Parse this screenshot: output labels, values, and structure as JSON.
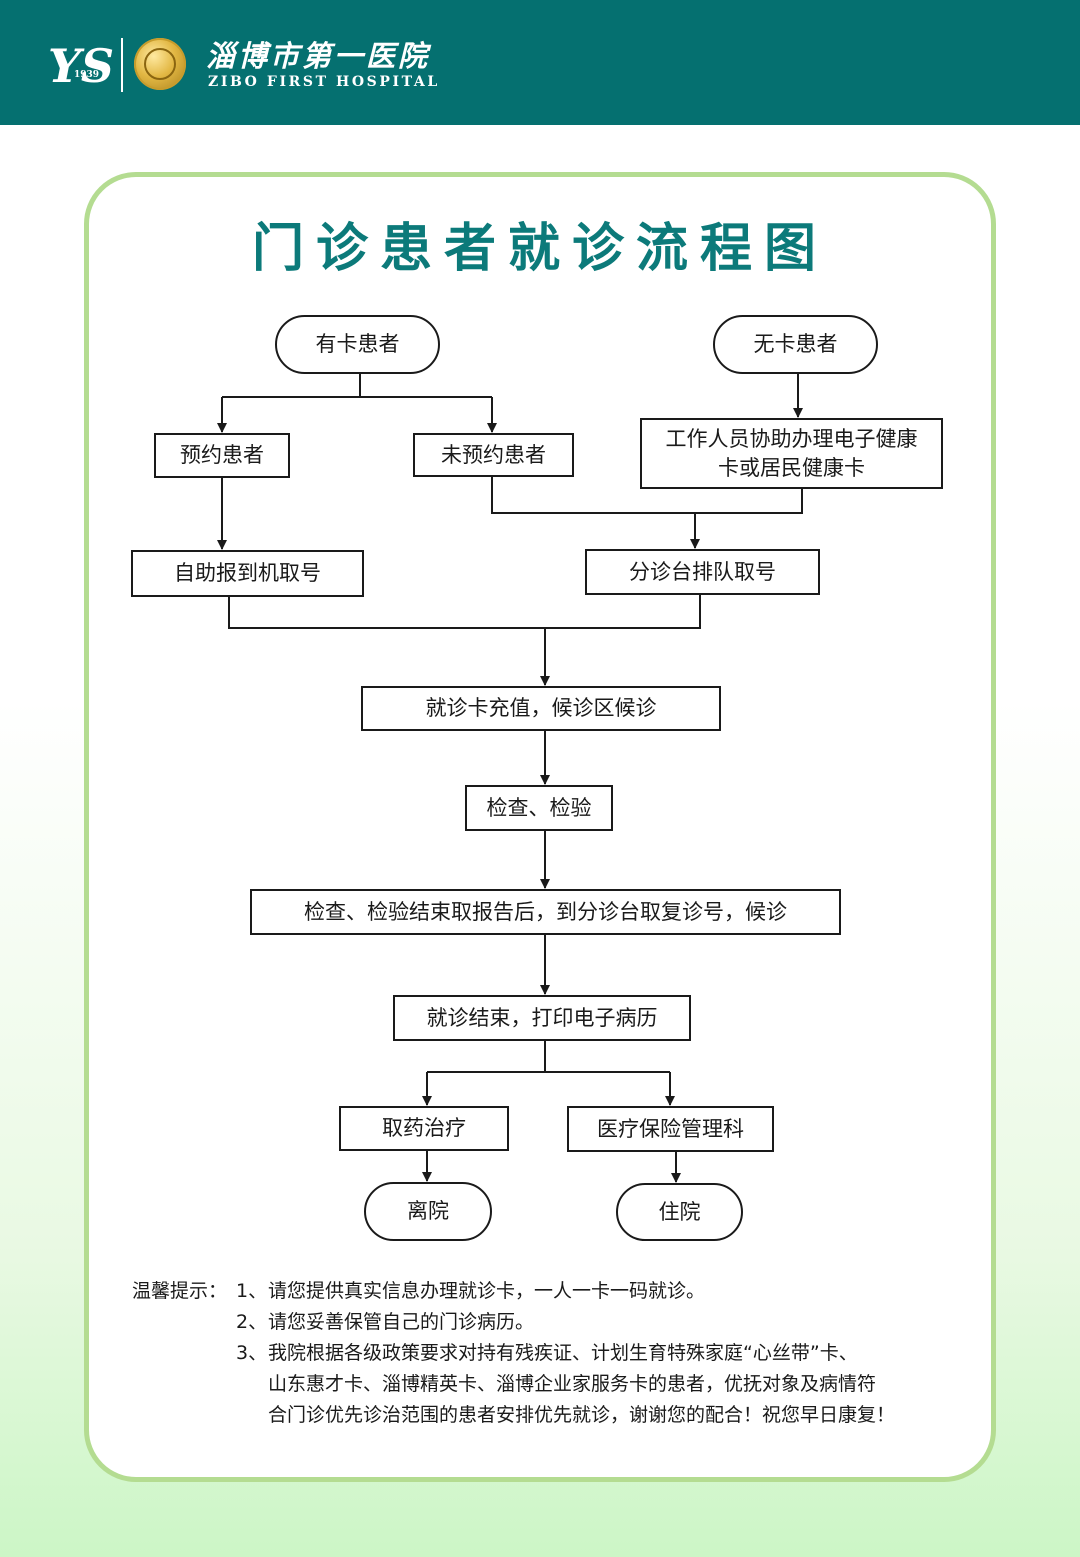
{
  "header": {
    "logo_letters": "YS",
    "logo_year": "1939",
    "hospital_name_cn": "淄博市第一医院",
    "hospital_name_en": "ZIBO FIRST HOSPITAL",
    "header_color": "#057070"
  },
  "title": "门诊患者就诊流程图",
  "colors": {
    "title": "#0c7a7a",
    "card_border": "#b4dc91",
    "background_bottom": "#ccf6c6"
  },
  "flow": {
    "with_card": "有卡患者",
    "without_card": "无卡患者",
    "appointment": "预约患者",
    "no_appointment": "未预约患者",
    "staff_help": "工作人员协助办理电子健康卡或居民健康卡",
    "self_checkin": "自助报到机取号",
    "triage_queue": "分诊台排队取号",
    "recharge_wait": "就诊卡充值，候诊区候诊",
    "examination": "检查、检验",
    "report_return": "检查、检验结束取报告后，到分诊台取复诊号，候诊",
    "visit_end": "就诊结束，打印电子病历",
    "pharmacy": "取药治疗",
    "insurance": "医疗保险管理科",
    "leave": "离院",
    "admit": "住院"
  },
  "notes": {
    "label": "温馨提示：",
    "items": [
      {
        "num": "1、",
        "lines": [
          "请您提供真实信息办理就诊卡，一人一卡一码就诊。"
        ]
      },
      {
        "num": "2、",
        "lines": [
          "请您妥善保管自己的门诊病历。"
        ]
      },
      {
        "num": "3、",
        "lines": [
          "我院根据各级政策要求对持有残疾证、计划生育特殊家庭“心丝带”卡、",
          "山东惠才卡、淄博精英卡、淄博企业家服务卡的患者，优抚对象及病情符",
          "合门诊优先诊治范围的患者安排优先就诊，谢谢您的配合！祝您早日康复！"
        ]
      }
    ]
  }
}
